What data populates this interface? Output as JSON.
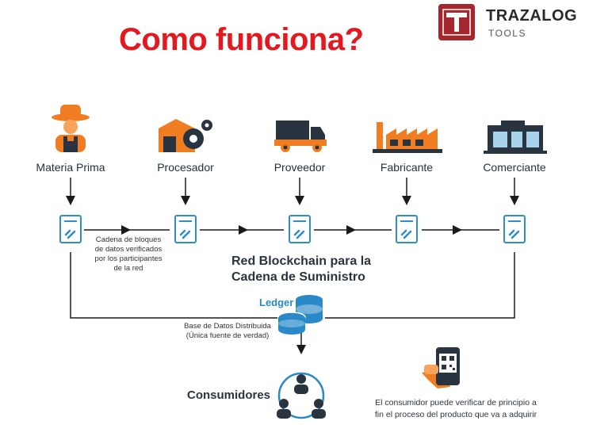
{
  "title": "Como funciona?",
  "logo": {
    "name": "TRAZALOG",
    "subtitle": "TOOLS",
    "brand_color": "#a5262d",
    "accent": "#e3191f"
  },
  "stages": [
    {
      "label": "Materia Prima",
      "icon": "farmer-icon"
    },
    {
      "label": "Procesador",
      "icon": "factory-gear-icon"
    },
    {
      "label": "Proveedor",
      "icon": "truck-icon"
    },
    {
      "label": "Fabricante",
      "icon": "manufacturing-plant-icon"
    },
    {
      "label": "Comerciante",
      "icon": "store-icon"
    }
  ],
  "chain_caption": [
    "Cadena de bloques",
    "de datos verificados",
    "por los participantes",
    "de la red"
  ],
  "chain_title": [
    "Red Blockchain para la",
    "Cadena de Suministro"
  ],
  "ledger": {
    "label": "Ledger",
    "caption": [
      "Base de Datos Distribuida",
      "(Única fuente de verdad)"
    ]
  },
  "consumers": {
    "label": "Consumidores",
    "icon": "people-network-icon"
  },
  "consumer_note": [
    "El consumidor puede verificar de principio a",
    "fin el proceso del producto que va a adquirir"
  ],
  "colors": {
    "orange": "#f07d22",
    "blue": "#2a89c8",
    "dark": "#2a3440",
    "doc": "#2f8ec9"
  }
}
